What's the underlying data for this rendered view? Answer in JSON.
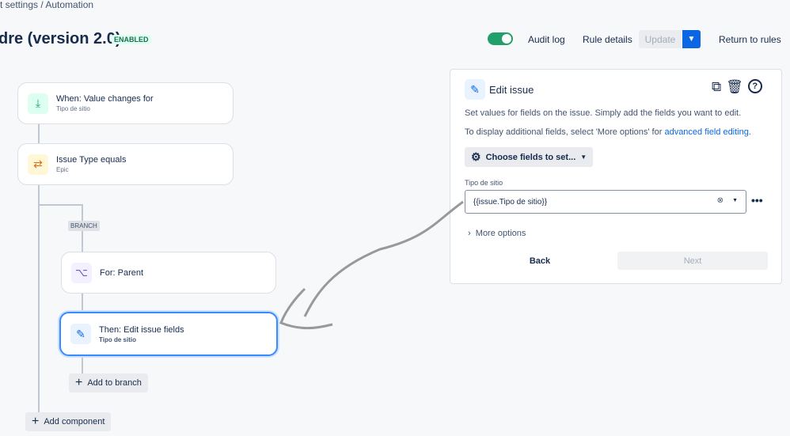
{
  "breadcrumb": "t settings  /  Automation",
  "header": {
    "title": "dre (version 2.0)",
    "status": "ENABLED",
    "audit_log": "Audit log",
    "rule_details": "Rule details",
    "update": "Update",
    "return": "Return to rules",
    "toggle_on": true
  },
  "flow": {
    "trigger": {
      "title": "When: Value changes for",
      "sub": "Tipo de sitio",
      "icon": "download-icon"
    },
    "condition": {
      "title": "Issue Type equals",
      "sub": "Epic",
      "icon": "shuffle-icon"
    },
    "branch_label": "BRANCH",
    "branch": {
      "title": "For: Parent",
      "icon": "hierarchy-icon"
    },
    "action": {
      "title": "Then: Edit issue fields",
      "sub": "Tipo de sitio",
      "icon": "pencil-icon"
    },
    "add_to_branch": "Add to branch",
    "add_component": "Add component"
  },
  "panel": {
    "title": "Edit issue",
    "desc1": "Set values for fields on the issue. Simply add the fields you want to edit.",
    "desc2_prefix": "To display additional fields, select 'More options' for ",
    "desc2_link": "advanced field editing",
    "desc2_suffix": ".",
    "choose_fields": "Choose fields to set...",
    "field_label": "Tipo de sitio",
    "field_value": "{{issue.Tipo de sitio}}",
    "more_options": "More options",
    "back": "Back",
    "next": "Next"
  },
  "colors": {
    "accent": "#0c66e4",
    "enabled": "#22a06b"
  }
}
